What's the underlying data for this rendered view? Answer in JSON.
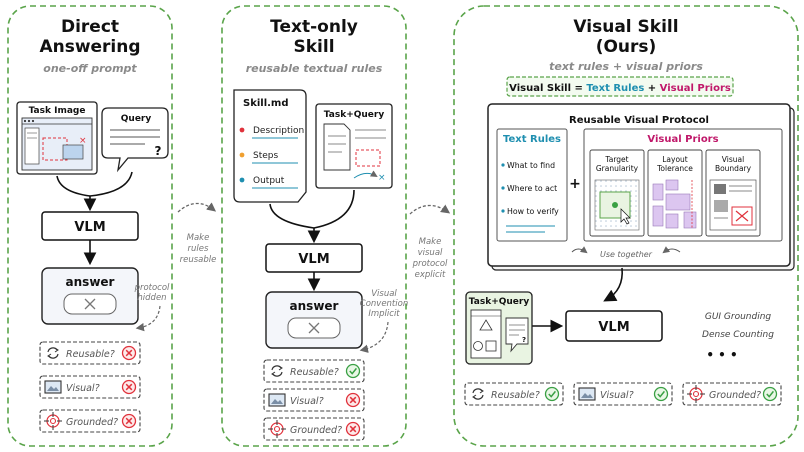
{
  "colors": {
    "panel_border": "#5aa44a",
    "teal": "#1f8fb0",
    "magenta": "#c0186a",
    "red": "#e0323c",
    "green_check": "#3aa044",
    "pale_blue": "#e8eef8",
    "pale_green": "#e9f4e2",
    "lavender": "#dcc6f0",
    "orange": "#f0a030"
  },
  "panel1": {
    "title_line1": "Direct",
    "title_line2": "Answering",
    "subtitle": "one-off prompt",
    "task_image_label": "Task Image",
    "query_label": "Query",
    "query_mark": "?",
    "vlm_label": "VLM",
    "answer_label": "answer",
    "side_note_line1": "protocol",
    "side_note_line2": "hidden",
    "checks": [
      {
        "label": "Reusable?",
        "icon": "refresh-icon",
        "status": "fail"
      },
      {
        "label": "Visual?",
        "icon": "image-icon",
        "status": "fail"
      },
      {
        "label": "Grounded?",
        "icon": "target-icon",
        "status": "fail"
      }
    ]
  },
  "transition1": {
    "line1": "Make",
    "line2": "rules",
    "line3": "reusable"
  },
  "panel2": {
    "title_line1": "Text-only",
    "title_line2": "Skill",
    "subtitle": "reusable textual rules",
    "skill_file": "Skill.md",
    "skill_items": [
      "Description",
      "Steps",
      "Output"
    ],
    "task_query_label": "Task+Query",
    "vlm_label": "VLM",
    "answer_label": "answer",
    "side_note_line1": "Visual",
    "side_note_line2": "Convention",
    "side_note_line3": "Implicit",
    "checks": [
      {
        "label": "Reusable?",
        "icon": "refresh-icon",
        "status": "pass"
      },
      {
        "label": "Visual?",
        "icon": "image-icon",
        "status": "fail"
      },
      {
        "label": "Grounded?",
        "icon": "target-icon",
        "status": "fail"
      }
    ]
  },
  "transition2": {
    "line1": "Make",
    "line2": "visual",
    "line3": "protocol",
    "line4": "explicit"
  },
  "panel3": {
    "title_line1": "Visual Skill",
    "title_line2": "(Ours)",
    "subtitle": "text rules + visual priors",
    "equation_prefix": "Visual Skill = ",
    "equation_text_rules": "Text Rules",
    "equation_plus": " + ",
    "equation_visual_priors": "Visual Priors",
    "protocol_title": "Reusable Visual Protocol",
    "text_rules_title": "Text Rules",
    "text_rules_items": [
      "What to find",
      "Where to act",
      "How to verify"
    ],
    "plus": "+",
    "visual_priors_title": "Visual Priors",
    "priors": [
      {
        "line1": "Target",
        "line2": "Granularity"
      },
      {
        "line1": "Layout",
        "line2": "Tolerance"
      },
      {
        "line1": "Visual",
        "line2": "Boundary"
      }
    ],
    "use_together": "Use together",
    "task_query_label": "Task+Query",
    "vlm_label": "VLM",
    "apps": [
      "GUI Grounding",
      "Dense Counting"
    ],
    "ellipsis": "• • •",
    "checks": [
      {
        "label": "Reusable?",
        "icon": "refresh-icon",
        "status": "pass"
      },
      {
        "label": "Visual?",
        "icon": "image-icon",
        "status": "pass"
      },
      {
        "label": "Grounded?",
        "icon": "target-icon",
        "status": "pass"
      }
    ]
  }
}
